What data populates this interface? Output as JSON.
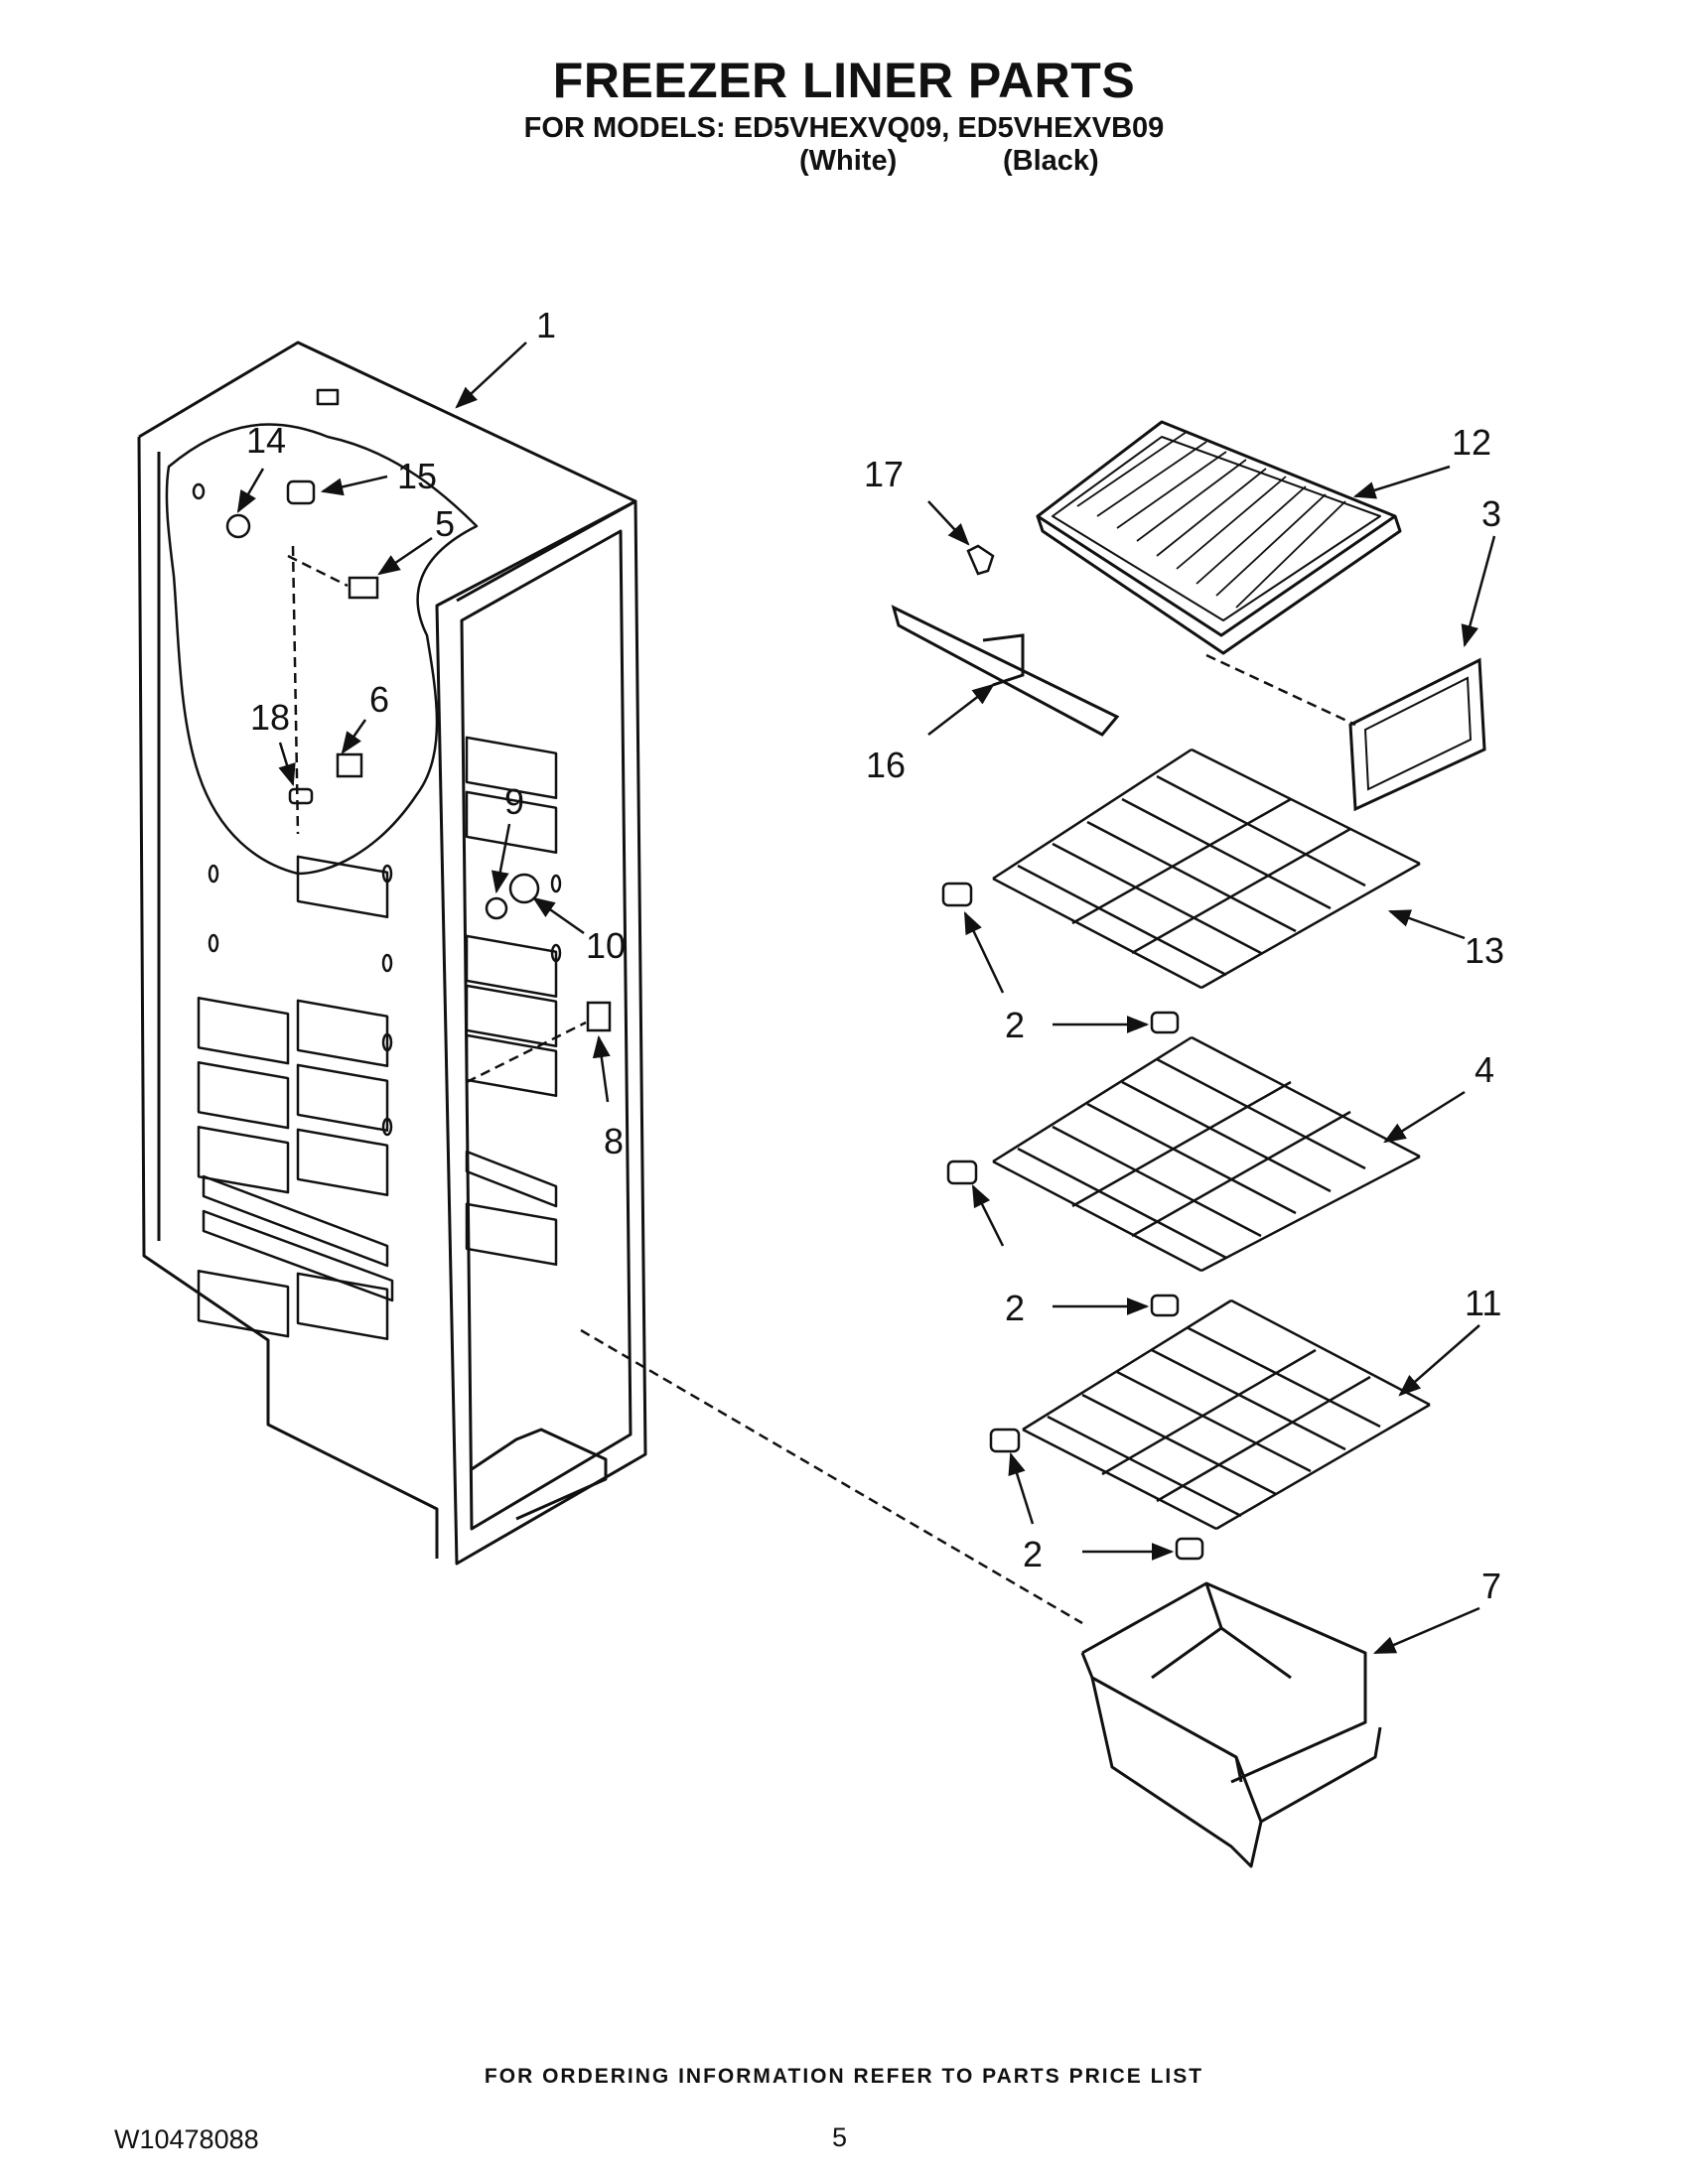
{
  "header": {
    "title": "FREEZER LINER PARTS",
    "models_line": "FOR MODELS: ED5VHEXVQ09, ED5VHEXVB09",
    "variant_white": "(White)",
    "variant_black": "(Black)"
  },
  "callouts": {
    "c1": "1",
    "c2a": "2",
    "c2b": "2",
    "c2c": "2",
    "c3": "3",
    "c4": "4",
    "c5": "5",
    "c6": "6",
    "c7": "7",
    "c8": "8",
    "c9": "9",
    "c10": "10",
    "c11": "11",
    "c12": "12",
    "c13": "13",
    "c14": "14",
    "c15": "15",
    "c16": "16",
    "c17": "17",
    "c18": "18"
  },
  "footer": {
    "ordering_note": "FOR ORDERING INFORMATION REFER TO PARTS PRICE LIST",
    "document_number": "W10478088",
    "page_number": "5"
  }
}
